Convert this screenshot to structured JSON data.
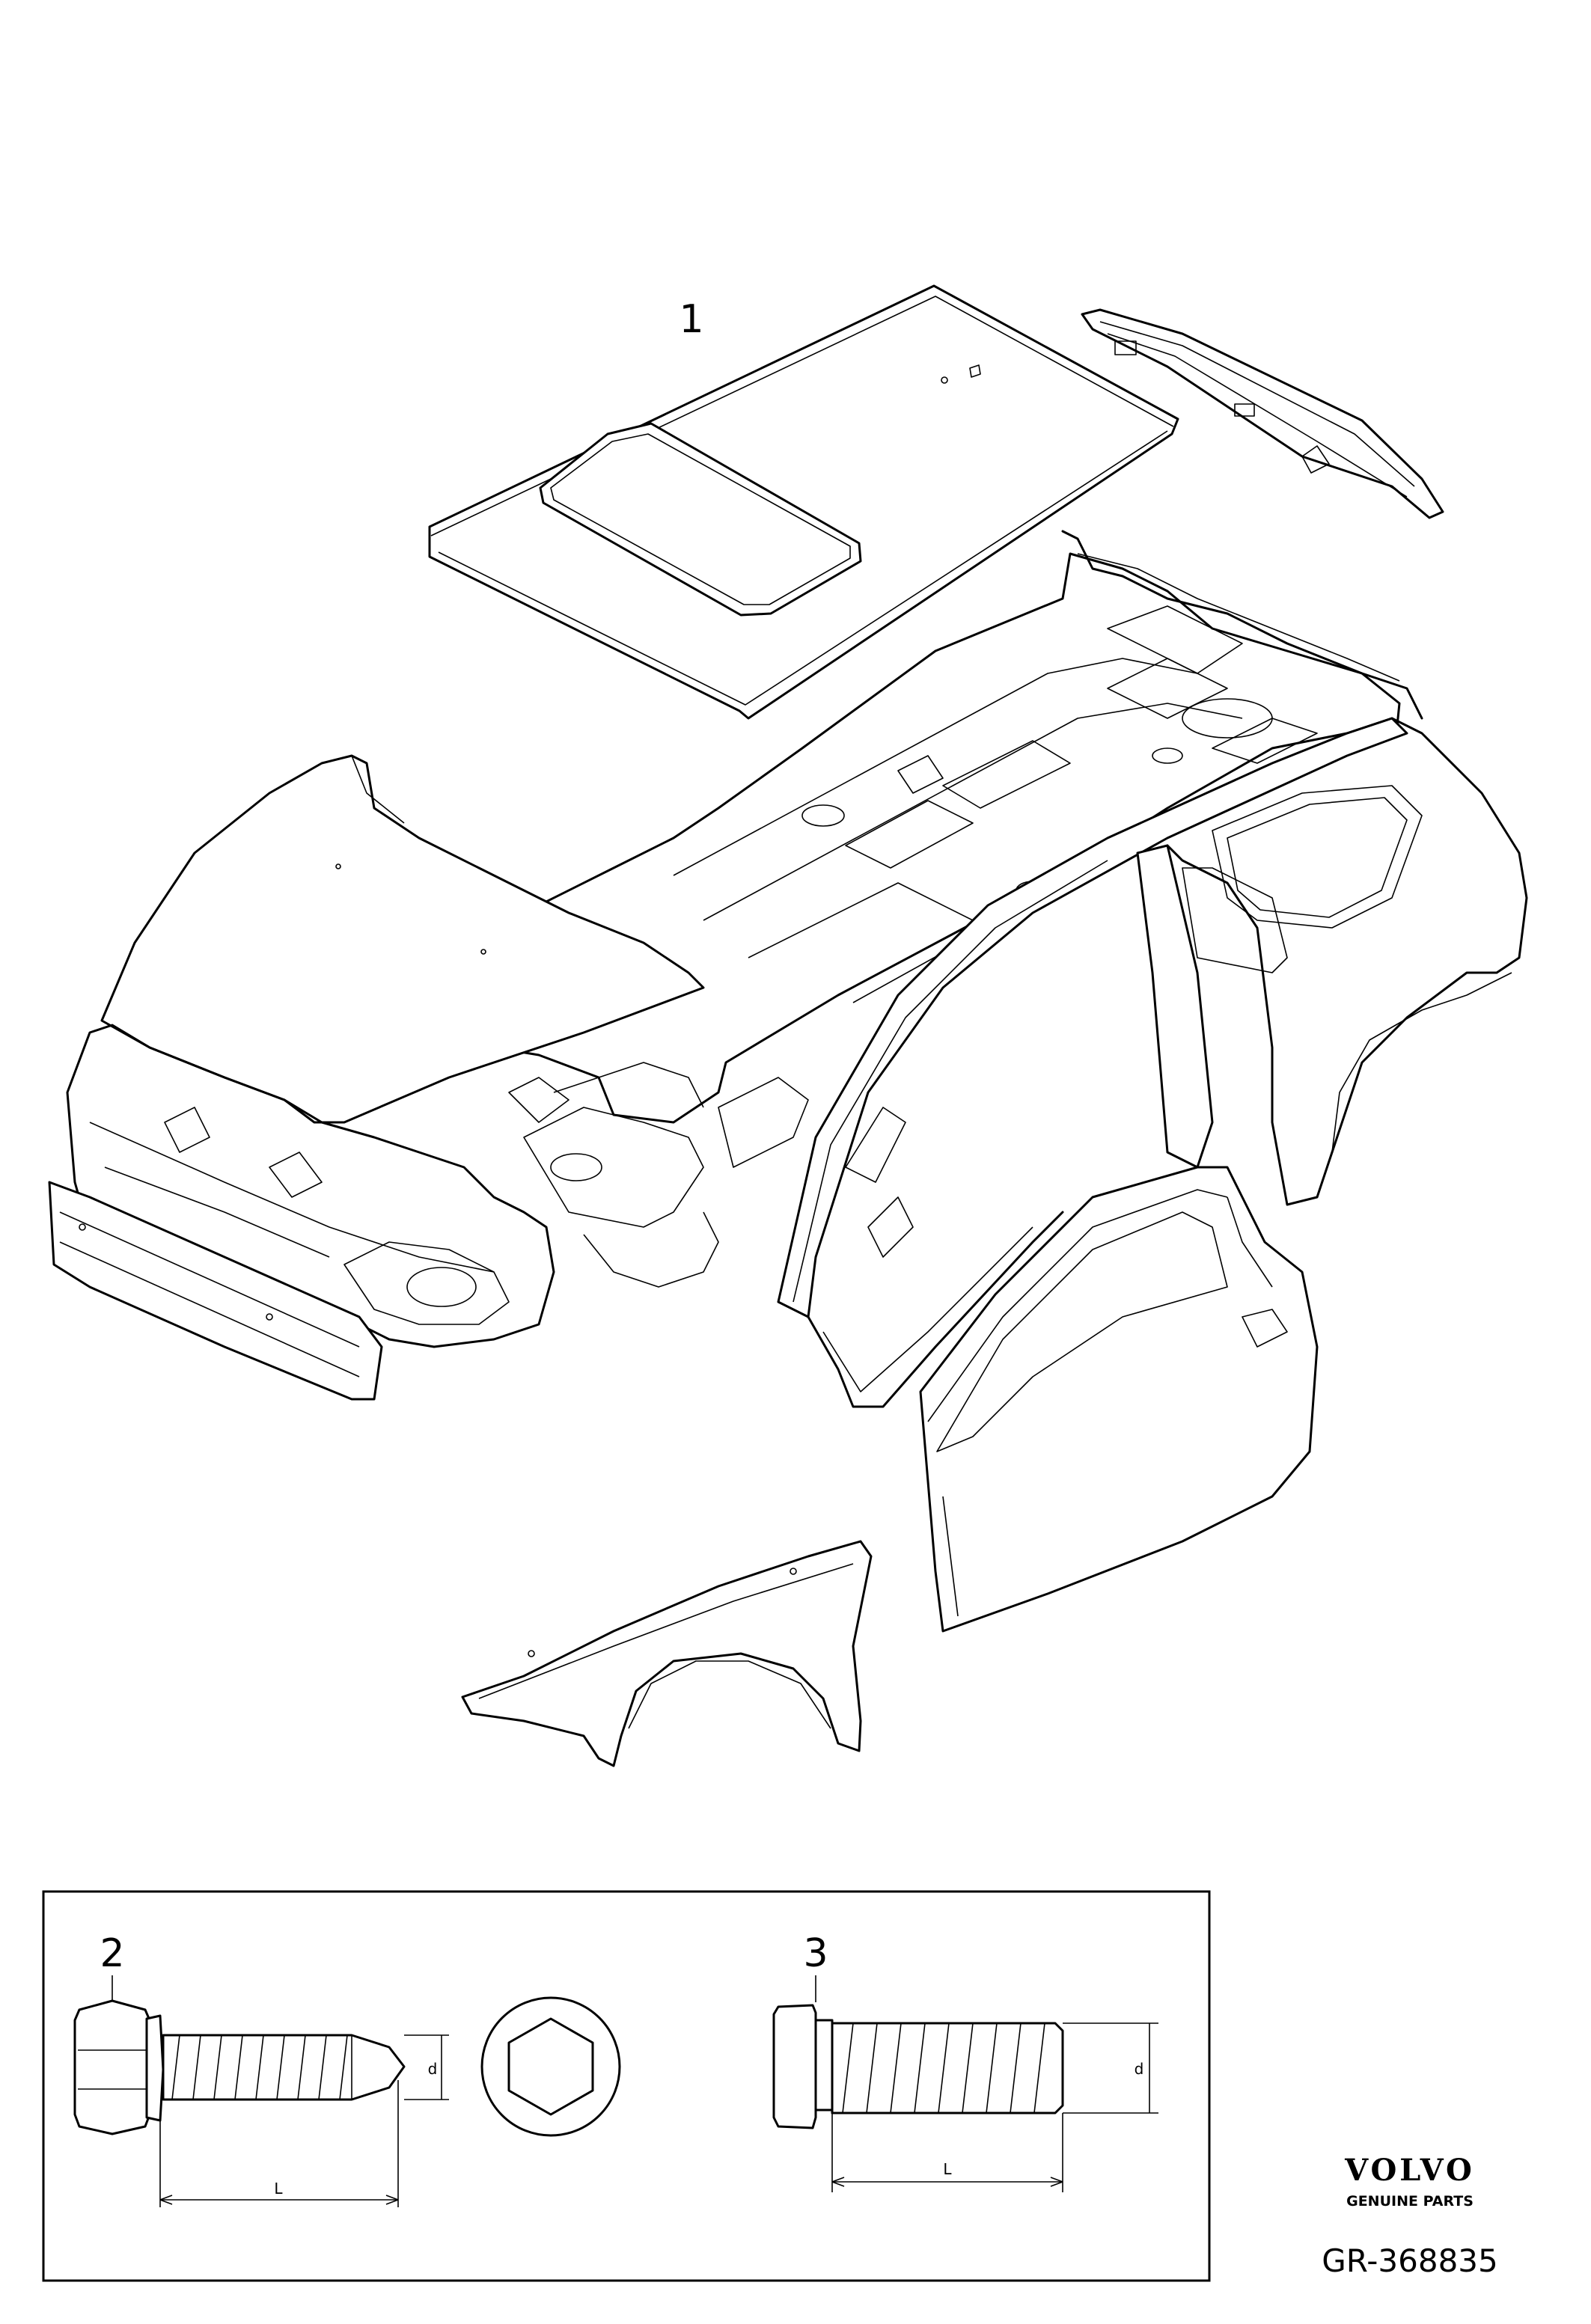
{
  "callouts": {
    "roof_panel": "1",
    "flange_bolt": "2",
    "screw": "3"
  },
  "dimensions": {
    "bolt_diameter": "d",
    "bolt_length": "L",
    "screw_diameter": "d",
    "screw_length": "L"
  },
  "brand": {
    "name": "VOLVO",
    "tagline": "GENUINE PARTS"
  },
  "reference": "GR-368835"
}
